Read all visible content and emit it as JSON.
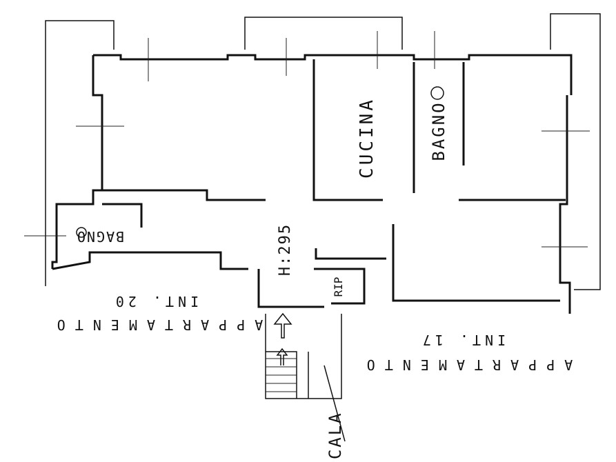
{
  "colors": {
    "ink": "#111111",
    "paper": "#ffffff"
  },
  "rooms": {
    "cucina": "CUCINA",
    "bagno_center": "BAGNO",
    "bagno_left": "BAGNO"
  },
  "height_label": "H:295",
  "rip_label": "RIP",
  "neighbours": {
    "int20_apartment": "APPARTAMENTO",
    "int20_number": "INT. 20",
    "int17_apartment": "APPARTAMENTO",
    "int17_number": "INT. 17"
  },
  "stair_label": "SCALA"
}
